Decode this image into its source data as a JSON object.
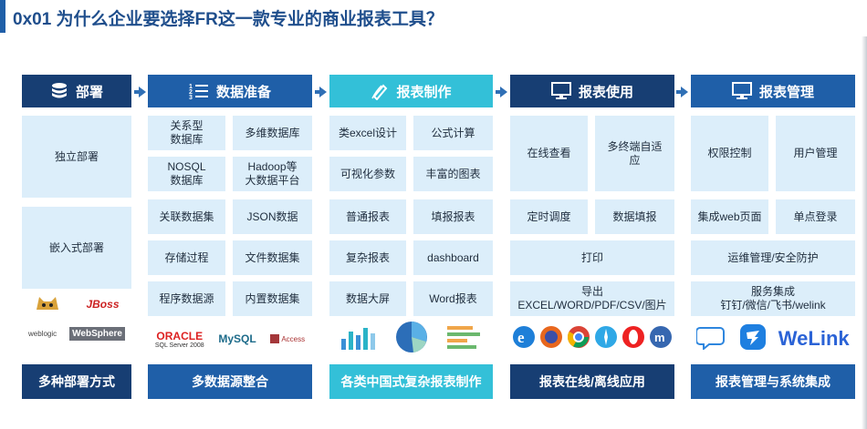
{
  "title": "0x01 为什么企业要选择FR这一款专业的商业报表工具？",
  "colors": {
    "dark_blue": "#173e73",
    "mid_blue": "#1f5fa8",
    "cyan": "#33c0d8",
    "cell_bg": "#dceefa",
    "arrow": "#2f6fb5"
  },
  "columns": [
    {
      "header": "部署",
      "icon": "database-icon",
      "cells": [
        "独立部署",
        "嵌入式部署"
      ],
      "logos": [
        "Tomcat",
        "JBoss",
        "weblogic",
        "WebSphere"
      ],
      "footer": "多种部署方式"
    },
    {
      "header": "数据准备",
      "icon": "list-icon",
      "cells": [
        "关系型\n数据库",
        "多维数据库",
        "NOSQL\n数据库",
        "Hadoop等\n大数据平台",
        "关联数据集",
        "JSON数据",
        "存储过程",
        "文件数据集",
        "程序数据源",
        "内置数据集"
      ],
      "logos": [
        "ORACLE",
        "SQL Server 2008",
        "MySQL",
        "Access"
      ],
      "footer": "多数据源整合"
    },
    {
      "header": "报表制作",
      "icon": "pen-icon",
      "cells": [
        "类excel设计",
        "公式计算",
        "可视化参数",
        "丰富的图表",
        "普通报表",
        "填报报表",
        "复杂报表",
        "dashboard",
        "数据大屏",
        "Word报表"
      ],
      "logos": [
        "bar-chart",
        "pie-chart",
        "table-chart"
      ],
      "footer": "各类中国式复杂报表制作"
    },
    {
      "header": "报表使用",
      "icon": "monitor-icon",
      "cells": [
        "在线查看",
        "多终端自适\n应",
        "定时调度",
        "数据填报",
        "打印",
        "导出\nEXCEL/WORD/PDF/CSV/图片"
      ],
      "logos": [
        "ie",
        "firefox",
        "chrome",
        "safari",
        "opera",
        "maxthon"
      ],
      "footer": "报表在线/离线应用"
    },
    {
      "header": "报表管理",
      "icon": "monitor-icon",
      "cells": [
        "权限控制",
        "用户管理",
        "集成web页面",
        "单点登录",
        "运维管理/安全防护",
        "服务集成\n钉钉/微信/飞书/welink"
      ],
      "logos": [
        "chat",
        "dingtalk",
        "WeLink"
      ],
      "footer": "报表管理与系统集成"
    }
  ]
}
